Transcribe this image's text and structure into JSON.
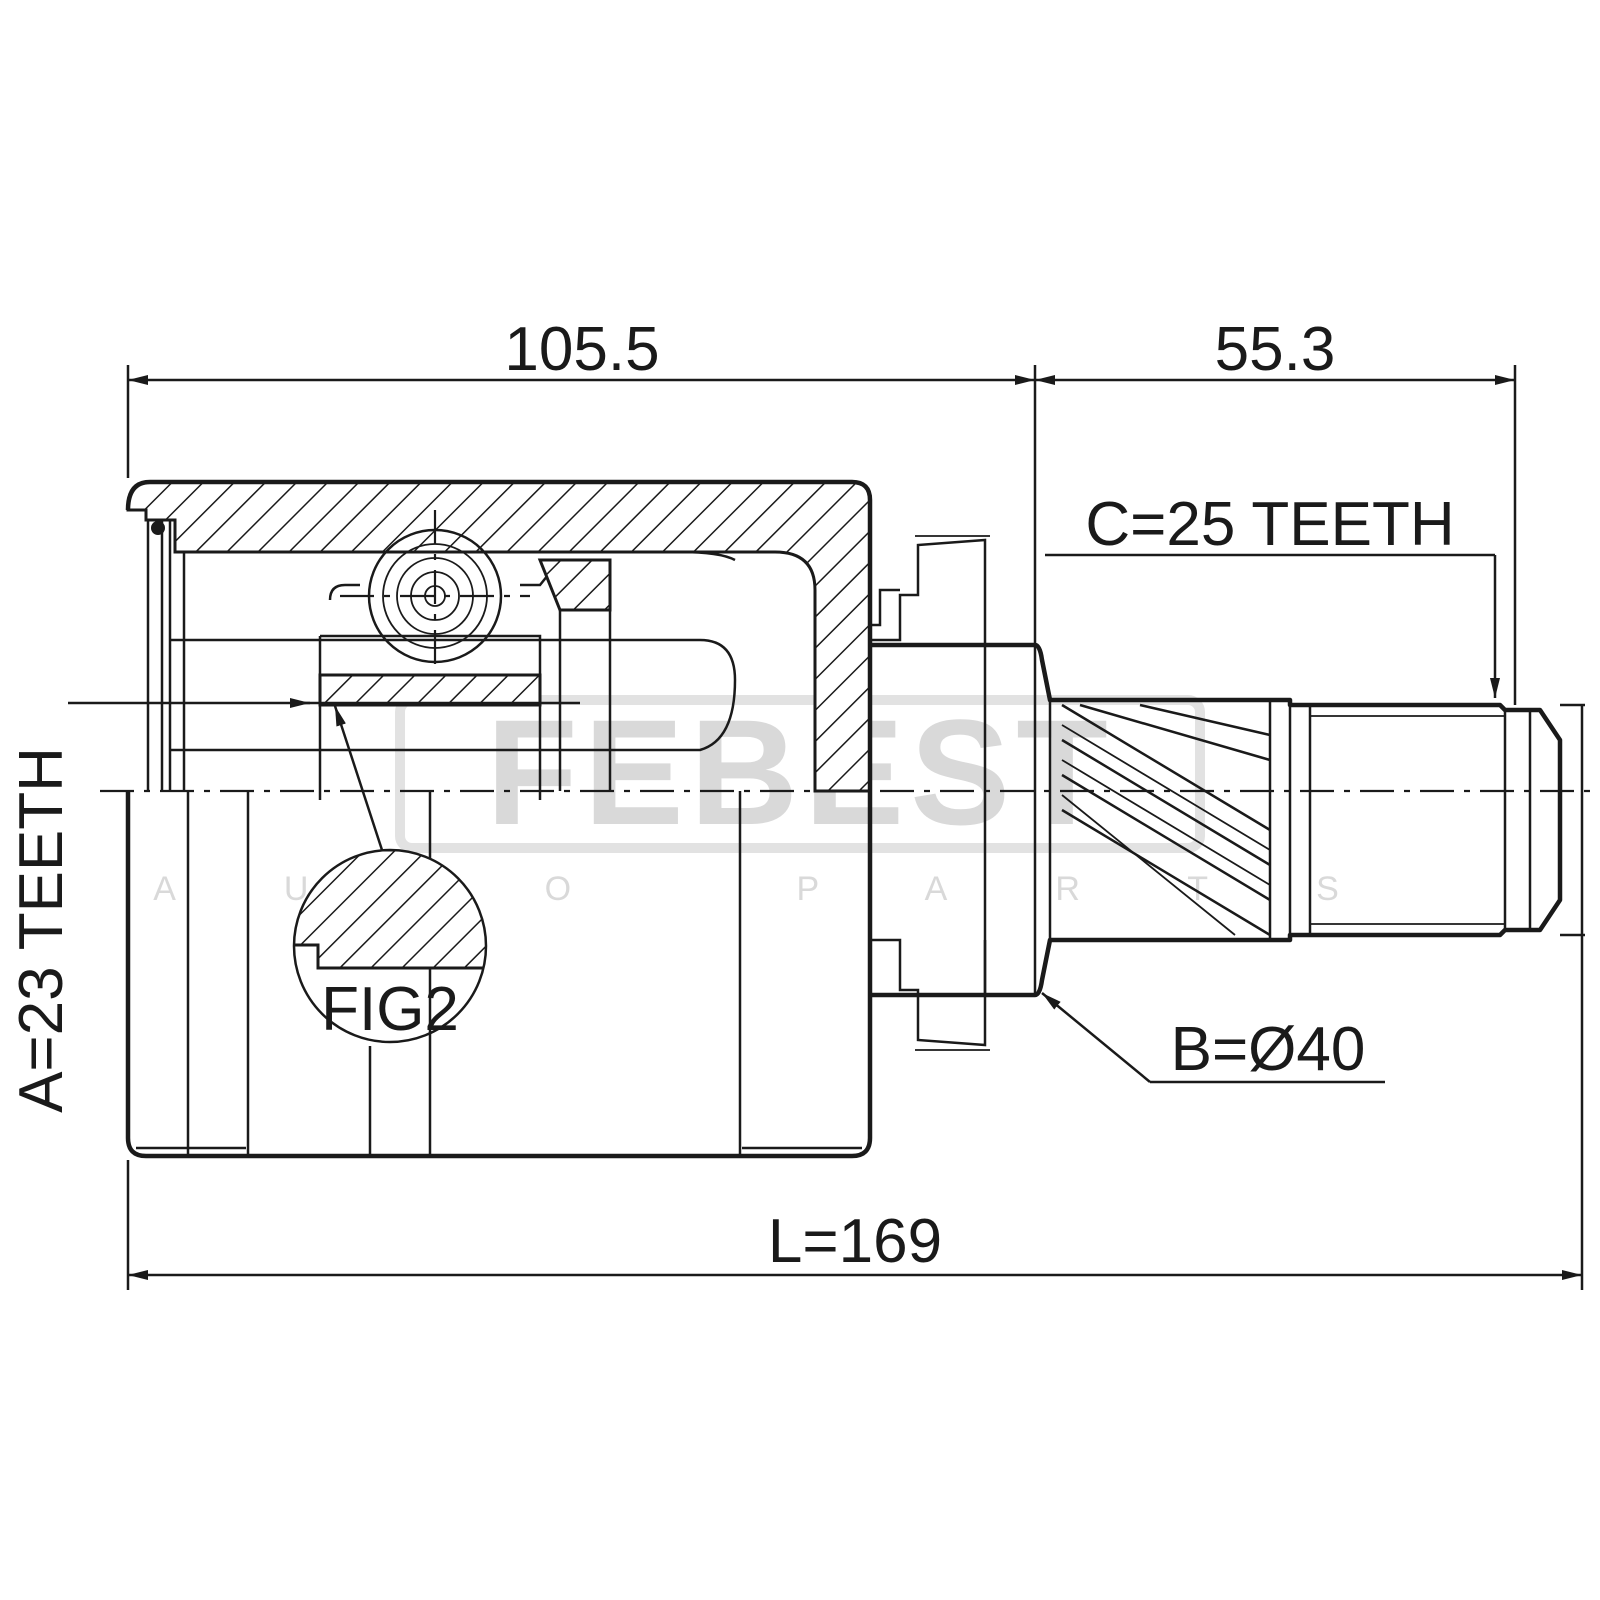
{
  "brand": {
    "watermark": "FEBEST",
    "watermark_sub": "AUTO PARTS"
  },
  "dimensions": {
    "outer_length": "105.5",
    "shaft_length": "55.3",
    "total_length": "L=169",
    "outer_teeth": "A=23 TEETH",
    "inner_teeth": "C=25 TEETH",
    "abs_diameter": "B=Ø40",
    "detail_label": "FIG2"
  },
  "colors": {
    "line": "#1a1a1a",
    "watermark": "#d9d9d9",
    "background": "#ffffff"
  }
}
